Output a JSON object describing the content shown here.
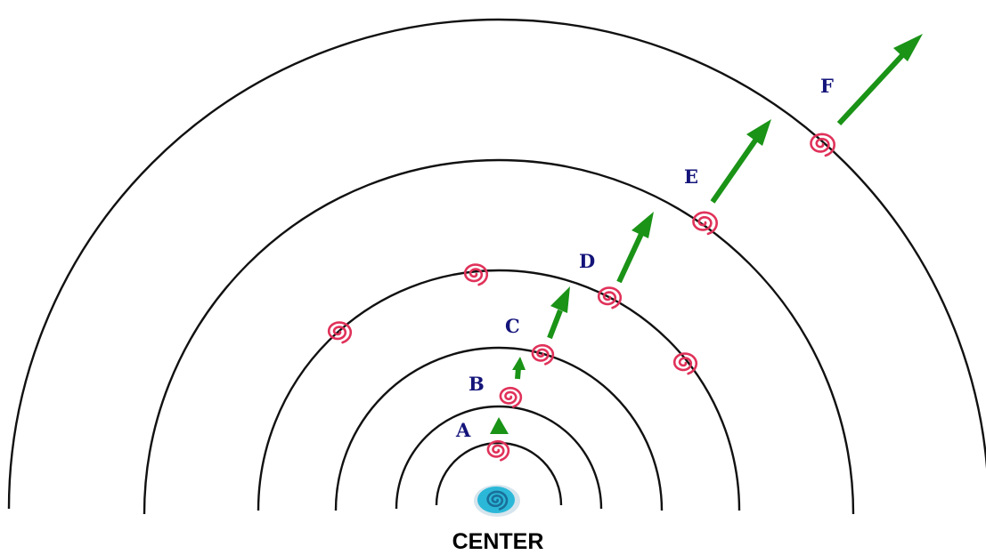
{
  "diagram": {
    "center_label": "CENTER",
    "labels": [
      "A",
      "B",
      "C",
      "D",
      "E",
      "F"
    ],
    "colors": {
      "rings": "#111111",
      "arrows": "#1a9317",
      "galaxies": "#e0325a",
      "center_galaxy": "#2bb8d8",
      "center_galaxy_dark": "#1a6f99",
      "labels": "#14147a"
    }
  }
}
